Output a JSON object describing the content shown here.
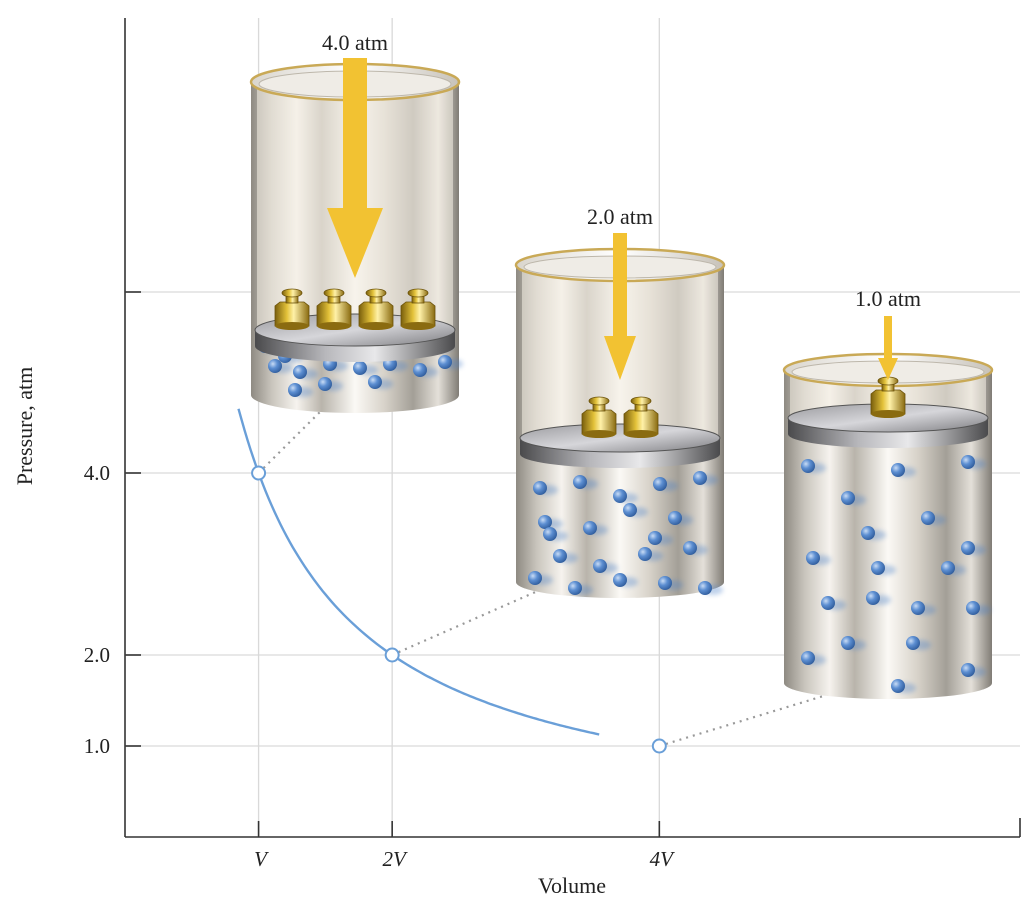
{
  "chart_data": {
    "type": "line",
    "title": "",
    "xlabel": "Volume",
    "ylabel": "Pressure, atm",
    "x_ticks": [
      {
        "value": 1,
        "label": "V"
      },
      {
        "value": 2,
        "label": "2V"
      },
      {
        "value": 4,
        "label": "4V"
      }
    ],
    "y_ticks": [
      {
        "value": 1.0,
        "label": "1.0"
      },
      {
        "value": 2.0,
        "label": "2.0"
      },
      {
        "value": 4.0,
        "label": "4.0"
      }
    ],
    "xlim": [
      0,
      6.7
    ],
    "ylim": [
      0,
      9
    ],
    "grid": true,
    "curve": {
      "relation": "P = 4V/x",
      "x_from": 0.85,
      "x_to": 3.55
    },
    "points": [
      {
        "x": 1,
        "y": 4.0
      },
      {
        "x": 2,
        "y": 2.0
      },
      {
        "x": 4,
        "y": 1.0
      }
    ],
    "colors": {
      "curve": "#6a9fd8",
      "arrow": "#f2c232",
      "weight": "#c9a21c",
      "molecule": "#4a7fc7"
    }
  },
  "cylinders": [
    {
      "pressure_label": "4.0 atm",
      "weights": 4,
      "molecules": "compressed"
    },
    {
      "pressure_label": "2.0 atm",
      "weights": 2,
      "molecules": "medium"
    },
    {
      "pressure_label": "1.0 atm",
      "weights": 1,
      "molecules": "expanded"
    }
  ]
}
